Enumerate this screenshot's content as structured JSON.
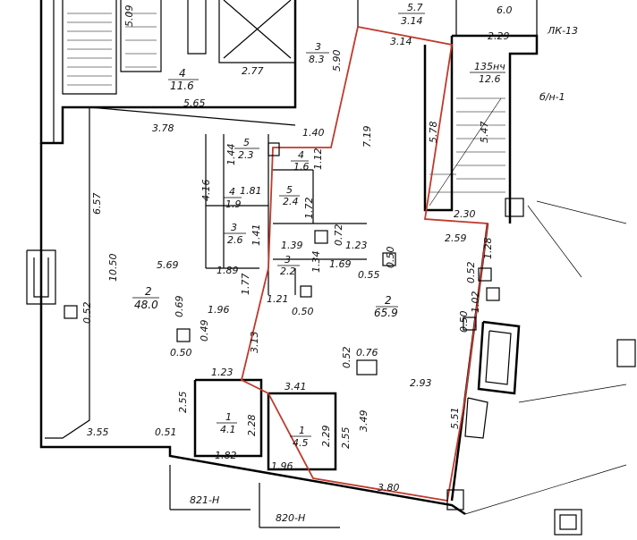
{
  "rooms": [
    {
      "id": "r2-main",
      "num": "2",
      "area": "65.9"
    },
    {
      "id": "r2-left",
      "num": "2",
      "area": "48.0"
    },
    {
      "id": "r4-top",
      "num": "4",
      "area": "11.6"
    },
    {
      "id": "r3-top",
      "num": "3",
      "area": "8.3"
    },
    {
      "id": "r5-a",
      "num": "5",
      "area": "2.3"
    },
    {
      "id": "r4-b",
      "num": "4",
      "area": "1.6"
    },
    {
      "id": "r4-c",
      "num": "4",
      "area": "1.9"
    },
    {
      "id": "r5-b",
      "num": "5",
      "area": "2.4"
    },
    {
      "id": "r3-b",
      "num": "3",
      "area": "2.6"
    },
    {
      "id": "r3-c",
      "num": "3",
      "area": "2.2"
    },
    {
      "id": "r1-a",
      "num": "1",
      "area": "4.1"
    },
    {
      "id": "r1-b",
      "num": "1",
      "area": "4.5"
    },
    {
      "id": "r-stair",
      "num": "135нч",
      "area": "12.6"
    },
    {
      "id": "r-top1",
      "num": "5.7",
      "area": "3.14"
    },
    {
      "id": "r-top2",
      "num": "6.0",
      "area": "2.29"
    }
  ],
  "labels": {
    "lk13": "ЛК-13",
    "bn1": "б/н-1",
    "h821": "821-Н",
    "h820": "820-Н",
    "stair_top": "5.09"
  },
  "dimensions": [
    "3.14",
    "5.90",
    "2.77",
    "5.65",
    "1.40",
    "3.78",
    "7.19",
    "5.78",
    "2.30",
    "2.59",
    "1.28",
    "1.44",
    "1.12",
    "4.16",
    "1.81",
    "1.72",
    "0.72",
    "1.23",
    "1.41",
    "1.39",
    "1.69",
    "0.50",
    "1.89",
    "1.34",
    "0.55",
    "5.69",
    "10.50",
    "6.57",
    "0.52",
    "1.77",
    "1.21",
    "0.50",
    "0.52",
    "1.02",
    "0.69",
    "1.96",
    "0.49",
    "0.50",
    "3.13",
    "0.76",
    "0.52",
    "0.50",
    "1.23",
    "2.93",
    "3.41",
    "2.55",
    "2.28",
    "2.29",
    "2.55",
    "3.49",
    "5.51",
    "3.55",
    "0.51",
    "1.82",
    "1.96",
    "3.80",
    "5.47"
  ]
}
